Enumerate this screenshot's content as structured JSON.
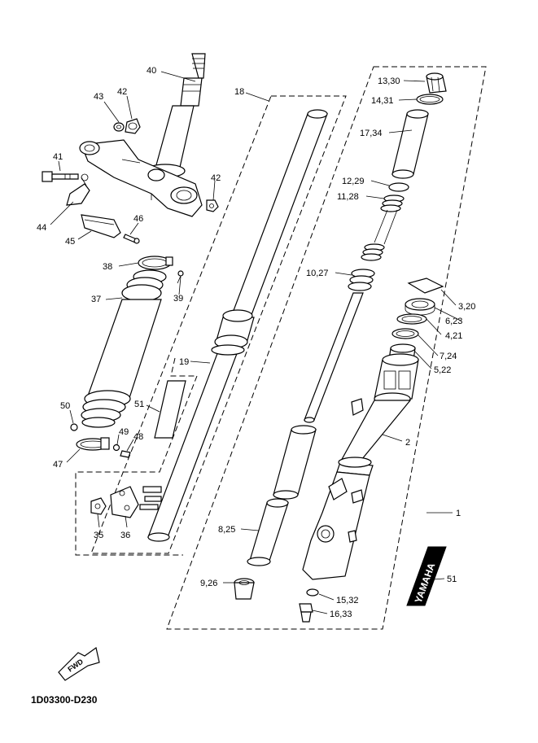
{
  "diagram_code": "1D03300-D230",
  "fwd_label": "FWD",
  "logo_text": "YAMAHA",
  "callouts": [
    {
      "id": "c40",
      "text": "40"
    },
    {
      "id": "c43",
      "text": "43"
    },
    {
      "id": "c42a",
      "text": "42"
    },
    {
      "id": "c41",
      "text": "41"
    },
    {
      "id": "c42b",
      "text": "42"
    },
    {
      "id": "c44",
      "text": "44"
    },
    {
      "id": "c45",
      "text": "45"
    },
    {
      "id": "c46",
      "text": "46"
    },
    {
      "id": "c38",
      "text": "38"
    },
    {
      "id": "c39",
      "text": "39"
    },
    {
      "id": "c37",
      "text": "37"
    },
    {
      "id": "c19",
      "text": "19"
    },
    {
      "id": "c18",
      "text": "18"
    },
    {
      "id": "c51a",
      "text": "51"
    },
    {
      "id": "c50",
      "text": "50"
    },
    {
      "id": "c49",
      "text": "49"
    },
    {
      "id": "c48",
      "text": "48"
    },
    {
      "id": "c47",
      "text": "47"
    },
    {
      "id": "c35",
      "text": "35"
    },
    {
      "id": "c36",
      "text": "36"
    },
    {
      "id": "c1330",
      "text": "13,30"
    },
    {
      "id": "c1431",
      "text": "14,31"
    },
    {
      "id": "c1734",
      "text": "17,34"
    },
    {
      "id": "c1229",
      "text": "12,29"
    },
    {
      "id": "c1128",
      "text": "11,28"
    },
    {
      "id": "c1027",
      "text": "10,27"
    },
    {
      "id": "c320",
      "text": "3,20"
    },
    {
      "id": "c623",
      "text": "6,23"
    },
    {
      "id": "c421",
      "text": "4,21"
    },
    {
      "id": "c724",
      "text": "7,24"
    },
    {
      "id": "c522",
      "text": "5,22"
    },
    {
      "id": "c2",
      "text": "2"
    },
    {
      "id": "c1",
      "text": "1"
    },
    {
      "id": "c825",
      "text": "8,25"
    },
    {
      "id": "c926",
      "text": "9,26"
    },
    {
      "id": "c1532",
      "text": "15,32"
    },
    {
      "id": "c1633",
      "text": "16,33"
    },
    {
      "id": "c51b",
      "text": "51"
    }
  ]
}
